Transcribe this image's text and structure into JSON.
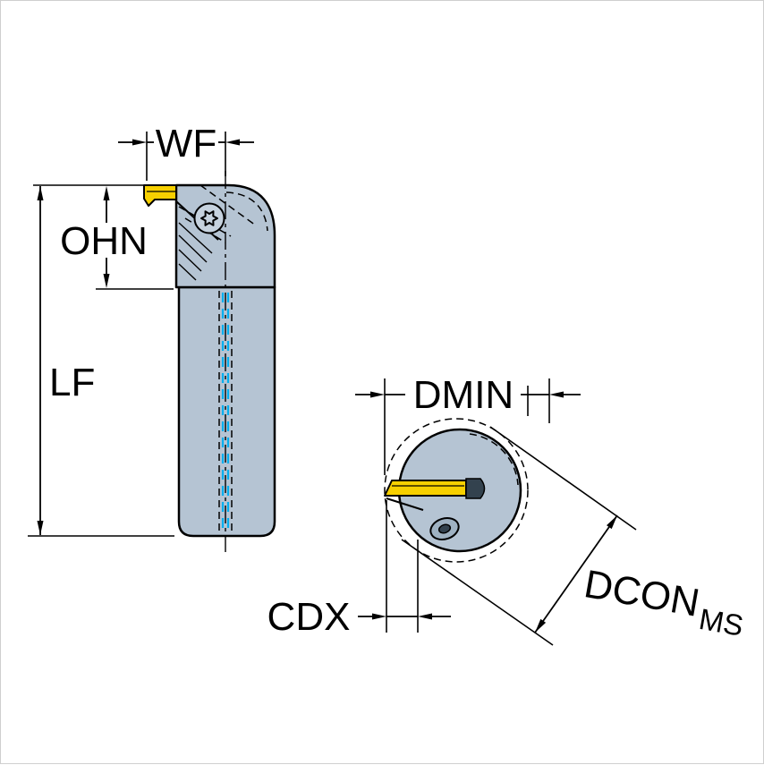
{
  "title": "Tool holder dimension drawing",
  "colors": {
    "bg": "#ffffff",
    "body": "#b5c4d3",
    "body_shade": "#9fb2c2",
    "insert": "#f7d000",
    "coolant": "#00aeef",
    "line": "#000000",
    "screw_dark": "#33424e"
  },
  "labels": {
    "wf": "WF",
    "ohn": "OHN",
    "lf": "LF",
    "dmin": "DMIN",
    "cdx": "CDX",
    "dcon": "DCON",
    "dcon_sub": "MS"
  }
}
